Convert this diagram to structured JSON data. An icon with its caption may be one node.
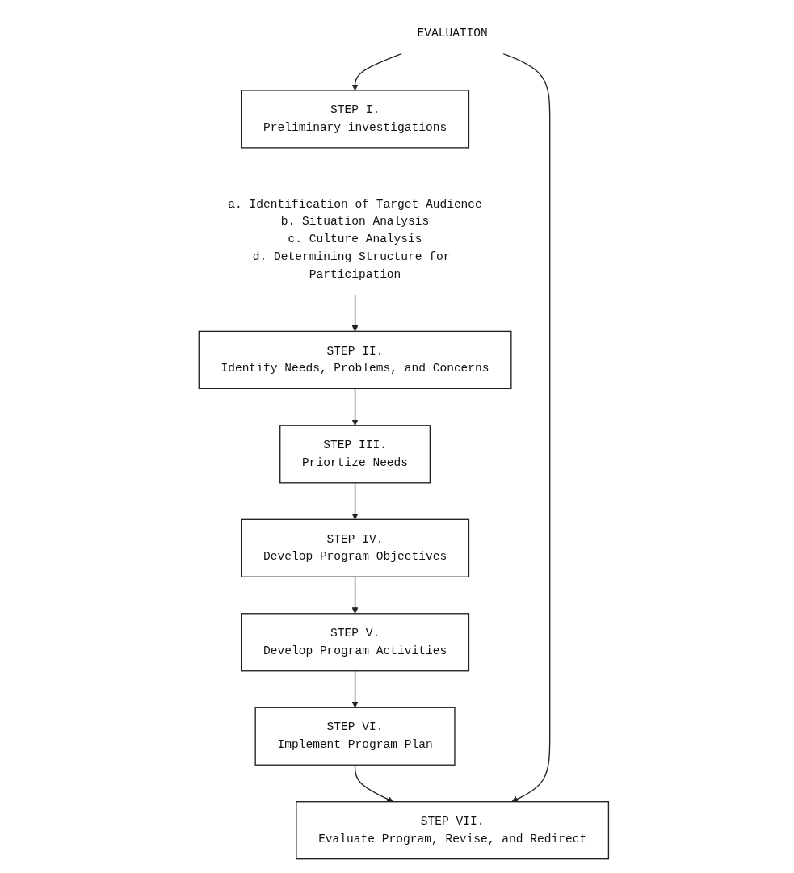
{
  "diagram": {
    "nodes": [
      {
        "text": [
          "STEP I.",
          "Preliminary investigations"
        ]
      },
      {
        "text": [
          "a. Identification of Target Audience",
          "b. Situation Analysis",
          "c. Culture Analysis",
          "d. Determining Structure for Participation"
        ]
      },
      {
        "text": [
          "STEP II.",
          "Identify Needs, Problems, and Concerns"
        ]
      },
      {
        "text": [
          "STEP III.",
          "Priortize Needs"
        ]
      },
      {
        "text": [
          "STEP IV.",
          "Develop Program Objectives"
        ]
      },
      {
        "text": [
          "STEP V.",
          "Develop Program Activities"
        ]
      },
      {
        "text": [
          "STEP VI.",
          "Implement Program Plan"
        ]
      },
      {
        "text": [
          "STEP VII.",
          "Evaluate Program, Revise, and Redirect"
        ]
      },
      {
        "text": [
          "EVALUATION"
        ]
      }
    ],
    "edges": [
      {
        "from": 1,
        "to": 2,
        "arrow": "to"
      },
      {
        "from": 2,
        "to": 3,
        "arrow": "to"
      },
      {
        "from": 3,
        "to": 4,
        "arrow": "to"
      },
      {
        "from": 4,
        "to": 5,
        "arrow": "to"
      },
      {
        "from": 5,
        "to": 6,
        "arrow": "to"
      },
      {
        "from": 6,
        "to": 7,
        "arrow": "to"
      },
      {
        "from": 8,
        "to": 0,
        "arrow": "to"
      },
      {
        "from": 8,
        "to": 7,
        "arrow": "to"
      }
    ]
  }
}
